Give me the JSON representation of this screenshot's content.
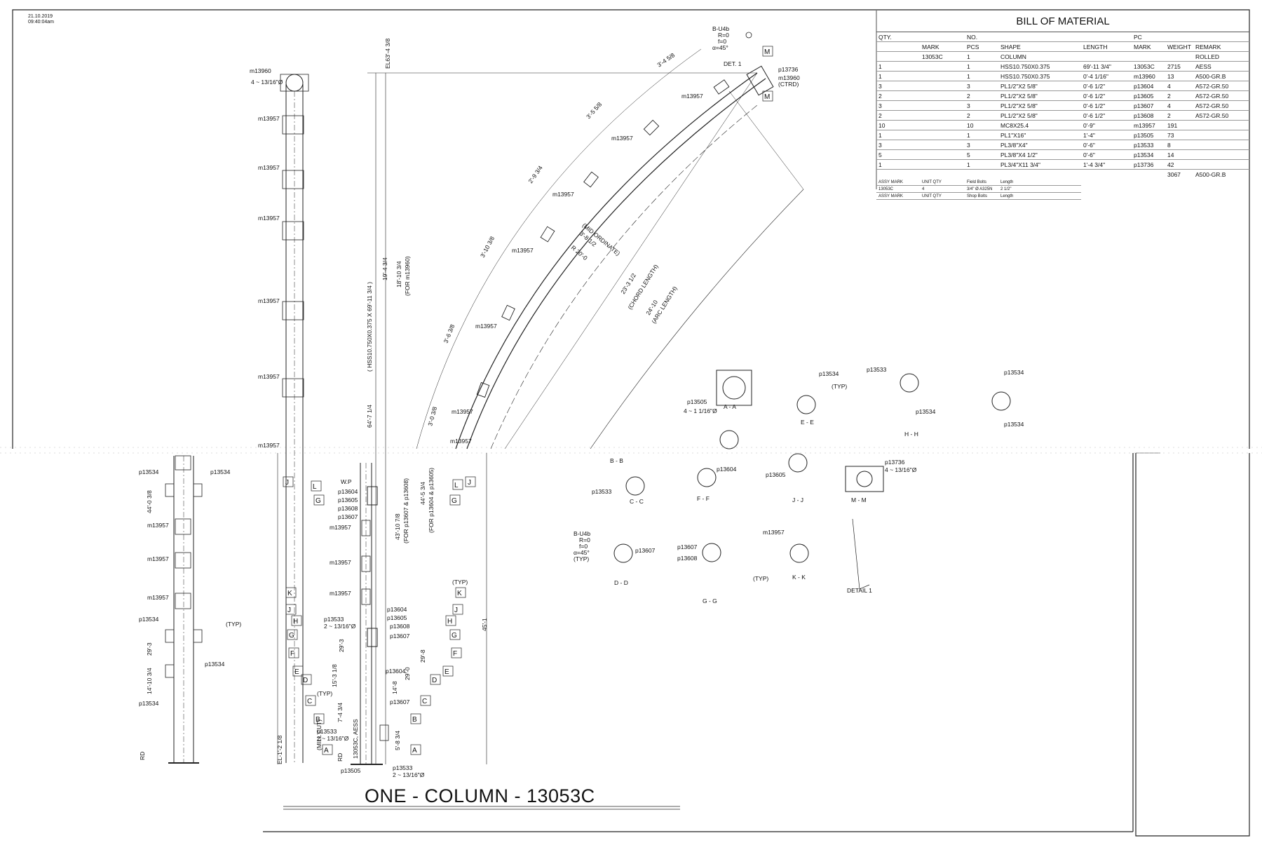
{
  "timestamp": {
    "date": "21.10.2019",
    "time": "09:40:04am"
  },
  "sheet_title": "ONE - COLUMN - 13053C",
  "bom": {
    "title": "BILL OF MATERIAL",
    "head1": [
      "QTY.",
      "",
      "NO.",
      "",
      "",
      "PC",
      "",
      ""
    ],
    "head2": [
      "",
      "MARK",
      "PCS",
      "SHAPE",
      "LENGTH",
      "MARK",
      "WEIGHT",
      "REMARK"
    ],
    "assembly_row": [
      "",
      "13053C",
      "1",
      "COLUMN",
      "",
      "",
      "",
      "ROLLED"
    ],
    "assembly_note": "A500-GR.B",
    "rows": [
      [
        "1",
        "",
        "1",
        "HSS10.750X0.375",
        "69'-11 3/4\"",
        "13053C",
        "2715",
        "AESS"
      ],
      [
        "1",
        "",
        "1",
        "HSS10.750X0.375",
        "0'-4 1/16\"",
        "m13960",
        "13",
        "A500-GR.B"
      ],
      [
        "3",
        "",
        "3",
        "PL1/2\"X2 5/8\"",
        "0'-6 1/2\"",
        "p13604",
        "4",
        "A572-GR.50"
      ],
      [
        "2",
        "",
        "2",
        "PL1/2\"X2 5/8\"",
        "0'-6 1/2\"",
        "p13605",
        "2",
        "A572-GR.50"
      ],
      [
        "3",
        "",
        "3",
        "PL1/2\"X2 5/8\"",
        "0'-6 1/2\"",
        "p13607",
        "4",
        "A572-GR.50"
      ],
      [
        "2",
        "",
        "2",
        "PL1/2\"X2 5/8\"",
        "0'-6 1/2\"",
        "p13608",
        "2",
        "A572-GR.50"
      ],
      [
        "10",
        "",
        "10",
        "MC8X25.4",
        "0'-9\"",
        "m13957",
        "191",
        ""
      ],
      [
        "1",
        "",
        "1",
        "PL1\"X16\"",
        "1'-4\"",
        "p13505",
        "73",
        ""
      ],
      [
        "3",
        "",
        "3",
        "PL3/8\"X4\"",
        "0'-6\"",
        "p13533",
        "8",
        ""
      ],
      [
        "5",
        "",
        "5",
        "PL3/8\"X4 1/2\"",
        "0'-6\"",
        "p13534",
        "14",
        ""
      ],
      [
        "1",
        "",
        "1",
        "PL3/4\"X11 3/4\"",
        "1'-4 3/4\"",
        "p13736",
        "42",
        ""
      ]
    ],
    "total_weight": "3067",
    "bolt_header": [
      "ASSY MARK",
      "UNIT QTY",
      "Field Bolts",
      "Length"
    ],
    "bolt_row": [
      "13053C",
      "4",
      "3/4\"  Ø A325N",
      "2 1/2\""
    ],
    "shop_bolt_header": [
      "ASSY MARK",
      "UNIT QTY",
      "Shop Bolts",
      "Length"
    ]
  },
  "labels": {
    "m13960": "m13960",
    "m13957": "m13957",
    "p13534": "p13534",
    "p13533": "p13533",
    "p13505": "p13505",
    "p13604": "p13604",
    "p13605": "p13605",
    "p13607": "p13607",
    "p13608": "p13608",
    "p13736": "p13736",
    "bolt4": "4 ~ 13/16\"Ø",
    "bolt2": "2 ~ 13/16\"Ø",
    "bolt4b": "4 ~ 1 1/16\"Ø",
    "ctrd": "(CTRD)",
    "typ": "(TYP)",
    "wp": "W.P",
    "rd": "RD",
    "mill_cut": "(MILL CUT)",
    "aess": "13053C, AESS",
    "el_top": "EL63'-4 3/8",
    "el_bot": "EL-1'-2 1/8",
    "hss_note": "( HSS10.750X0.375 X 69'-11 3/4 )",
    "det1": "DET. 1",
    "detail1": "DETAIL 1",
    "weld": "B-U4b",
    "weld_r": "R=0",
    "weld_f": "f=0",
    "weld_a": "α=45°"
  },
  "dimensions": {
    "d64_7": "64'-7 1/4",
    "d19_4": "19'-4 3/4",
    "d18_10": "18'-10 3/4",
    "for_m13960": "(FOR m13960)",
    "d44_0": "44'-0 3/8",
    "d43_10": "43'-10 7/8",
    "for_p13607": "(FOR p13607 & p13608)",
    "d44_5": "44'-5 3/4",
    "for_p13604": "(FOR p13604 & p13605)",
    "d45_1": "45'-1",
    "d29_3": "29'-3",
    "d29_8": "29'-8",
    "d29_0": "29'-0",
    "d15_3": "15'-3 1/8",
    "d14_8": "14'-8",
    "d14_10": "14'-10 3/4",
    "d7_4": "7'-4 3/4",
    "d5_8": "5'-8 3/4",
    "d3_4": "3'-4 5/8",
    "d3_5": "3'-5 5/8",
    "d2_9": "2'-9 3/4",
    "d3_10": "3'-10 3/8",
    "d3_6": "3'-6 3/8",
    "d3_0": "3'-0 3/8",
    "d3_8": "3'-8 1/2",
    "mid_ord": "(MID ORDINATE)",
    "r20": "R 20'-0",
    "d23_3": "23'-3 1/2",
    "chord": "(CHORD LENGTH)",
    "d24_10": "24'-10",
    "arc": "(ARC LENGTH)"
  },
  "sections": {
    "A": "A - A",
    "B": "B - B",
    "C": "C - C",
    "D": "D - D",
    "E": "E - E",
    "F": "F - F",
    "G": "G - G",
    "H": "H - H",
    "J": "J - J",
    "K": "K - K",
    "M": "M - M"
  },
  "markers": [
    "A",
    "B",
    "C",
    "D",
    "E",
    "F",
    "G",
    "H",
    "J",
    "K",
    "L",
    "M"
  ]
}
